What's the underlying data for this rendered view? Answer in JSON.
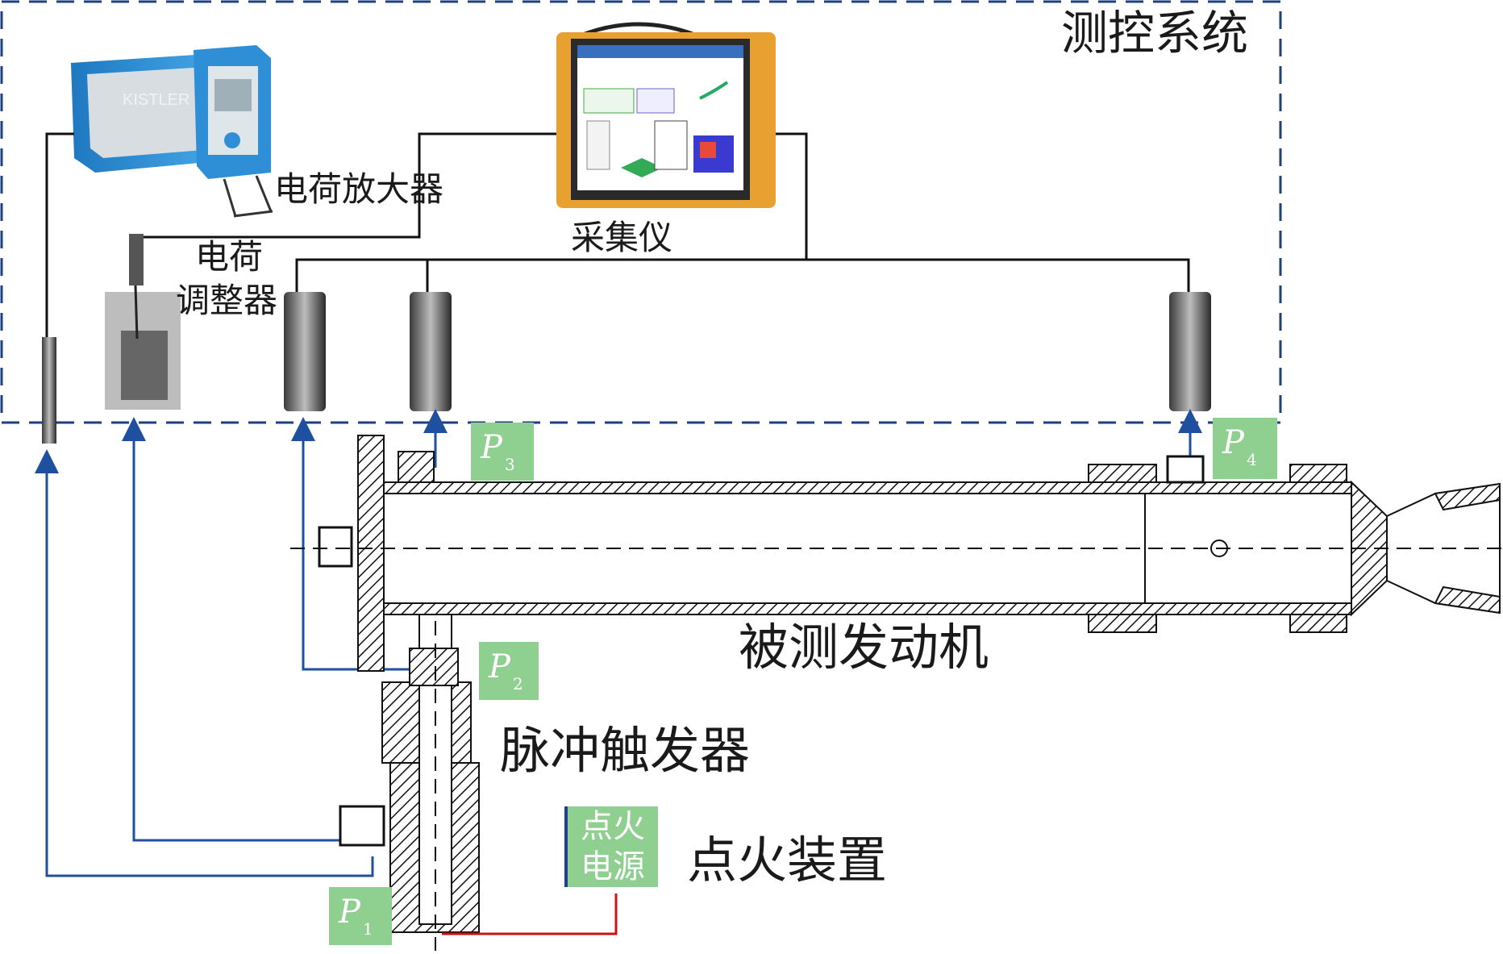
{
  "labels": {
    "measure_control": "测控系统",
    "charge_amplifier": "电荷放大器",
    "charge_adjuster_line1": "电荷",
    "charge_adjuster_line2": "调整器",
    "acquisition": "采集仪",
    "engine": "被测发动机",
    "pulse_trigger": "脉冲触发器",
    "ignition_device": "点火装置",
    "ignition_power_line1": "点火",
    "ignition_power_line2": "电源",
    "amp_brand": "KISTLER"
  },
  "pressure_points": [
    {
      "p": "P",
      "sub": "1"
    },
    {
      "p": "P",
      "sub": "2"
    },
    {
      "p": "P",
      "sub": "3"
    },
    {
      "p": "P",
      "sub": "4"
    }
  ],
  "colors": {
    "dashed_box": "#1f3f7f",
    "signal_line": "#1f4f9f",
    "wire": "#111111",
    "ignition_wire": "#d01010",
    "tag_bg": "#8fcf8f",
    "amp_blue": "#2a8fd0",
    "daq_orange": "#e8a030"
  }
}
